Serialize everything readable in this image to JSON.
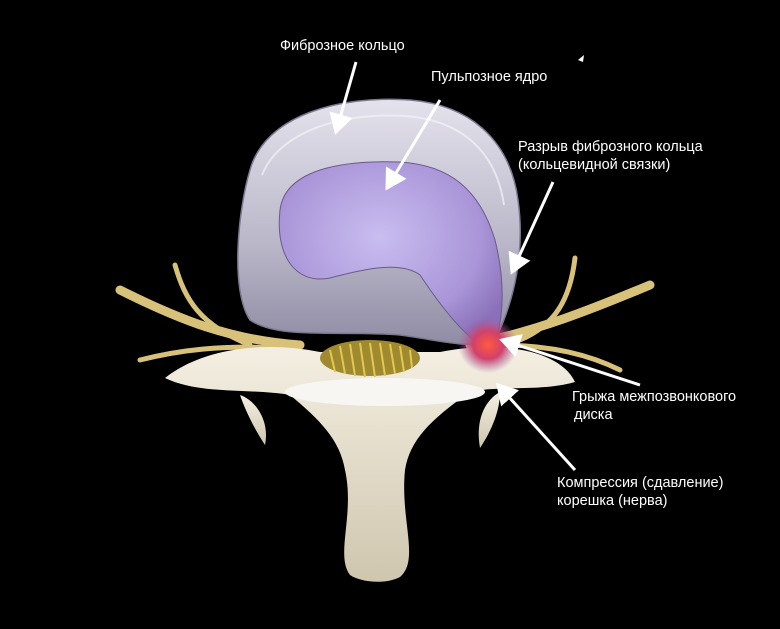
{
  "labels": {
    "annulus": "Фиброзное кольцо",
    "nucleus": "Пульпозное  ядро",
    "rupture_line1": "Разрыв фиброзного кольца",
    "rupture_line2": "(кольцевидной связки)",
    "hernia_line1": "Грыжа межпозвонкового",
    "hernia_line2": "диска",
    "compression_line1": "Компрессия (сдавление)",
    "compression_line2": "корешка (нерва)"
  },
  "colors": {
    "background": "#000000",
    "annulus": "#c9c6d6",
    "nucleus": "#b7a6e0",
    "hernia": "#e0404a",
    "nerve": "#d8c27a",
    "bone": "#ece6d6",
    "label": "#ffffff"
  }
}
